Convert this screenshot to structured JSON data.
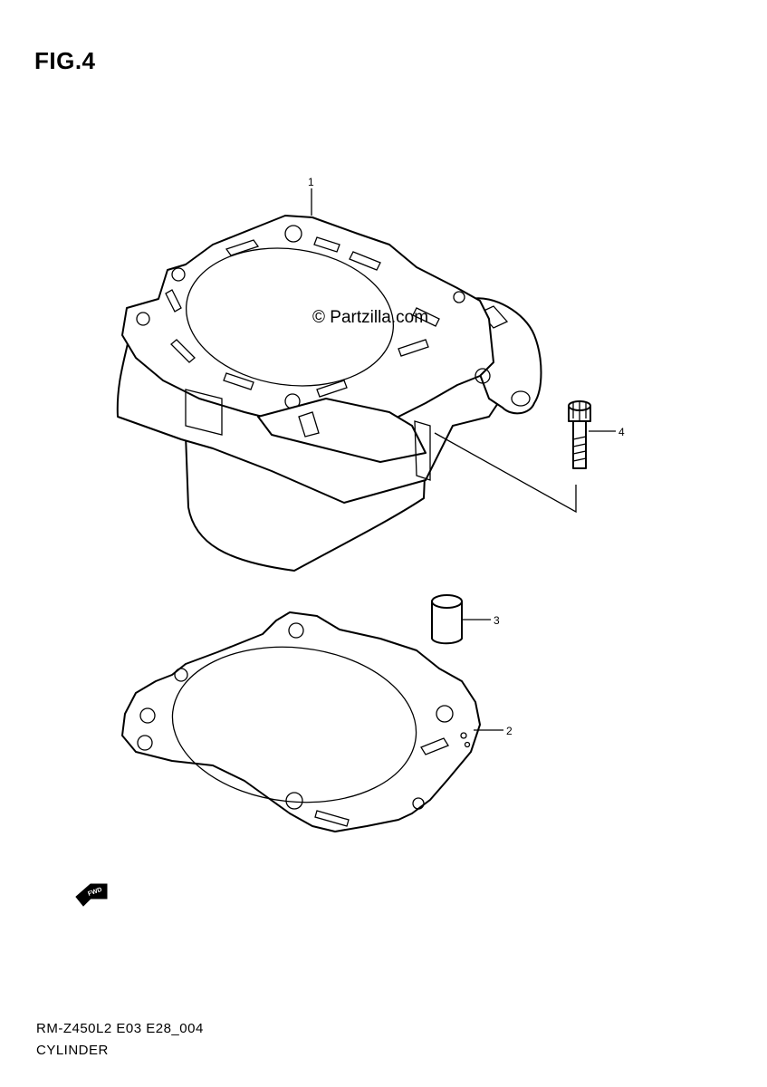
{
  "figure": {
    "title": "FIG.4"
  },
  "watermark": "© Partzilla.com",
  "callouts": [
    {
      "number": "1",
      "part": "cylinder"
    },
    {
      "number": "2",
      "part": "cylinder-gasket"
    },
    {
      "number": "3",
      "part": "dowel-pin"
    },
    {
      "number": "4",
      "part": "bolt"
    }
  ],
  "direction_marker": {
    "label": "FWD",
    "icon": "fwd-arrow-icon"
  },
  "footer": {
    "model_code": "RM-Z450L2 E03 E28_004",
    "section_name": "CYLINDER"
  }
}
